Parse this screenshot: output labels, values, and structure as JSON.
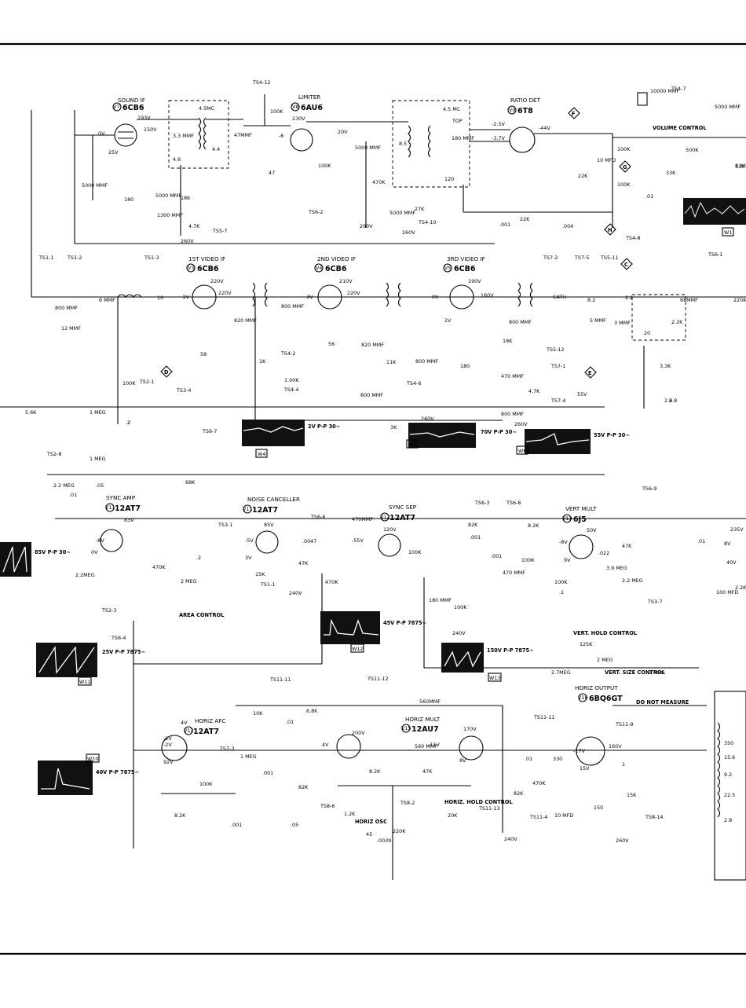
{
  "sections": {
    "sound_if": {
      "title": "SOUND IF",
      "tube_ref": "V7",
      "tube": "6CB6"
    },
    "limiter": {
      "title": "LIMITER",
      "tube_ref": "V8",
      "tube": "6AU6"
    },
    "ratio_det": {
      "title": "RATIO DET",
      "tube_ref": "V9",
      "tube": "6T8"
    },
    "video_if_1": {
      "title": "1ST VIDEO IF",
      "tube_ref": "V3",
      "tube": "6CB6"
    },
    "video_if_2": {
      "title": "2ND VIDEO IF",
      "tube_ref": "V4",
      "tube": "6CB6"
    },
    "video_if_3": {
      "title": "3RD VIDEO IF",
      "tube_ref": "V5",
      "tube": "6CB6"
    },
    "sync_amp": {
      "title": "SYNC AMP",
      "tube_ref": "V11",
      "tube": "12AT7"
    },
    "noise_canceller": {
      "title": "NOISE CANCELLER",
      "tube_ref": "V11",
      "tube": "12AT7"
    },
    "sync_sep": {
      "title": "SYNC SEP",
      "tube_ref": "V12",
      "tube": "12AT7"
    },
    "vert_mult": {
      "title": "VERT MULT",
      "tube_ref": "V13",
      "tube": "6J5"
    },
    "horiz_afc": {
      "title": "HORIZ AFC",
      "tube_ref": "V12",
      "tube": "12AT7"
    },
    "horiz_mult": {
      "title": "HORIZ MULT",
      "tube_ref": "V15",
      "tube": "12AU7"
    },
    "horiz_output": {
      "title": "HORIZ OUTPUT",
      "tube_ref": "V16",
      "tube": "6BQ6GT"
    }
  },
  "controls": {
    "volume": "VOLUME CONTROL",
    "area": "AREA CONTROL",
    "vert_hold": "VERT. HOLD CONTROL",
    "vert_size": "VERT. SIZE CONTROL",
    "horiz_hold": "HORIZ. HOLD CONTROL",
    "horiz_osc": "HORIZ OSC",
    "do_not_measure": "DO NOT MEASURE"
  },
  "test_points": [
    "TS4-12",
    "TS4-7",
    "TS6-2",
    "TS4-10",
    "TS5-7",
    "TS4-8",
    "TS1-1",
    "TS1-2",
    "TS1-3",
    "TS7-2",
    "TS7-5",
    "TS5-11",
    "TS6-1",
    "TS5-12",
    "TS7-1",
    "TS7-4",
    "TS4-2",
    "TS4-6",
    "TS4-4",
    "TS2-1",
    "TS2-8",
    "TS6-7",
    "TS6-3",
    "TS6-8",
    "TS6-9",
    "TS6-6",
    "TS3-1",
    "TS1-1",
    "TS2-3",
    "TS6-4",
    "TS3-7",
    "TS11-11",
    "TS11-12",
    "TS11-11",
    "TS11-9",
    "TS7-3",
    "TS8-6",
    "TS8-2",
    "TS11-13",
    "TS11-4",
    "TS8-14",
    "TS3-4"
  ],
  "voltages": [
    "193V",
    "150V",
    "0V",
    "25V",
    "230V",
    "20V",
    "-6",
    "-2.5V",
    "-44V",
    "-3.7V",
    "-1V",
    "220V",
    "220V",
    "210V",
    "-3V",
    "220V",
    "0V",
    "190V",
    "160V",
    "2V",
    "-8V",
    "83V",
    "0V",
    "-5V",
    "85V",
    "3V",
    "120V",
    "-55V",
    "50V",
    "-8V",
    "9V",
    "235V",
    "8V",
    "40V",
    "-2V",
    "200V",
    "4V",
    "-11V",
    "170V",
    "8V",
    "-17V",
    "160V",
    "15V",
    "92V",
    "-2V",
    "4V",
    "260V",
    "260V",
    "260V",
    "55V",
    "260V",
    "260V",
    "240V",
    "240V",
    "260V",
    "240V"
  ],
  "components": {
    "c_values": [
      "5000 MMF",
      "3.3 MMF",
      "5000 MMF",
      "1300 MMF",
      "47MMF",
      "5000 MMF",
      "180 MMF",
      "5000 MMF",
      ".001",
      ".004",
      "10 MFD",
      "10000 MMF",
      "5000 MMF",
      ".01",
      "800 MMF",
      "6 MMF",
      "12 MMF",
      "800 MMF",
      "820 MMF",
      "800 MMF",
      "820 MMF",
      "800 MMF",
      "800 MMF",
      "470 MMF",
      "800 MMF",
      "5 MMF",
      "3 MMF",
      "68MMF",
      ".05",
      ".01",
      ".2",
      ".0047",
      "470MMF",
      ".001",
      ".001",
      ".022",
      ".01",
      "100 MFD",
      "180 MMF",
      ".1",
      "470 MMF",
      "560 MMF",
      "560MMF",
      ".001",
      ".01",
      ".05",
      ".0039",
      ".01",
      ".001",
      "1",
      "10 MFD",
      ".2"
    ],
    "r_values": [
      "100K",
      "47",
      "100K",
      "470K",
      "27K",
      "22K",
      "100K",
      "22K",
      "100K",
      "500K",
      "33K",
      "6.8K",
      "180",
      "18K",
      "4.7K",
      "10",
      "58",
      "1K",
      "56",
      "1.00K",
      "11K",
      "180",
      "4.7K",
      "18K",
      "3K",
      "8.2",
      "2.2",
      "3.3K",
      "2.2K",
      "2.6",
      "220K",
      "5.6K",
      "1 MEG",
      "100K",
      ".2",
      "2.2 MEG",
      "68K",
      "1 MEG",
      "2 MEG",
      "470K",
      "2.2MEG",
      "15K",
      "47K",
      "470K",
      "100K",
      "82K",
      "100K",
      "8.2K",
      "100K",
      "100K",
      "3.9 MEG",
      "2.2 MEG",
      "125K",
      "2 MEG",
      "2.7MEG",
      "1 MEG",
      "47K",
      "10K",
      "6.8K",
      "1 MEG",
      "100K",
      "82K",
      "8.2K",
      "1.2K",
      "47K",
      "82K",
      "470K",
      "330",
      "150",
      "15K",
      "220K",
      "20K",
      "2.2K",
      "8.2K",
      "33K"
    ],
    "misc": [
      "4.5MC",
      "4.4",
      "4.6",
      "4.5 MC",
      "TOP",
      "8.5",
      "120",
      "20",
      "45",
      "2.8",
      "350",
      "15.6",
      "9.2",
      "22.5",
      "2.8",
      "CATH"
    ]
  },
  "waveforms": [
    {
      "label": "W4",
      "text": "2V P-P 30~"
    },
    {
      "label": "W5",
      "text": "70V P-P 30~"
    },
    {
      "label": "W6",
      "text": "55V P-P 30~"
    },
    {
      "label": "W1",
      "text": ""
    },
    {
      "label": "W12",
      "text": "45V P-P 7875~"
    },
    {
      "label": "W13",
      "text": "150V P-P 7875~"
    },
    {
      "label": "W11",
      "text": "25V P-P 7875~"
    },
    {
      "label": "W10",
      "text": "40V P-P 7875~"
    },
    {
      "label": "",
      "text": "85V P-P 30~"
    }
  ],
  "markers": [
    "F",
    "G",
    "H",
    "C",
    "D",
    "E"
  ]
}
